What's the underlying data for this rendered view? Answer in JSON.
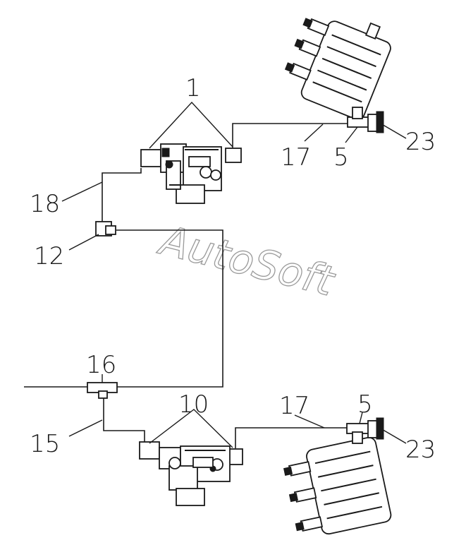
{
  "watermark": "AutoSoft",
  "callouts": {
    "c1": "1",
    "c23_top": "23",
    "c17_top": "17",
    "c5_top": "5",
    "c18": "18",
    "c12": "12",
    "c16": "16",
    "c10": "10",
    "c17_bottom": "17",
    "c5_bottom": "5",
    "c15": "15",
    "c23_bottom": "23"
  }
}
